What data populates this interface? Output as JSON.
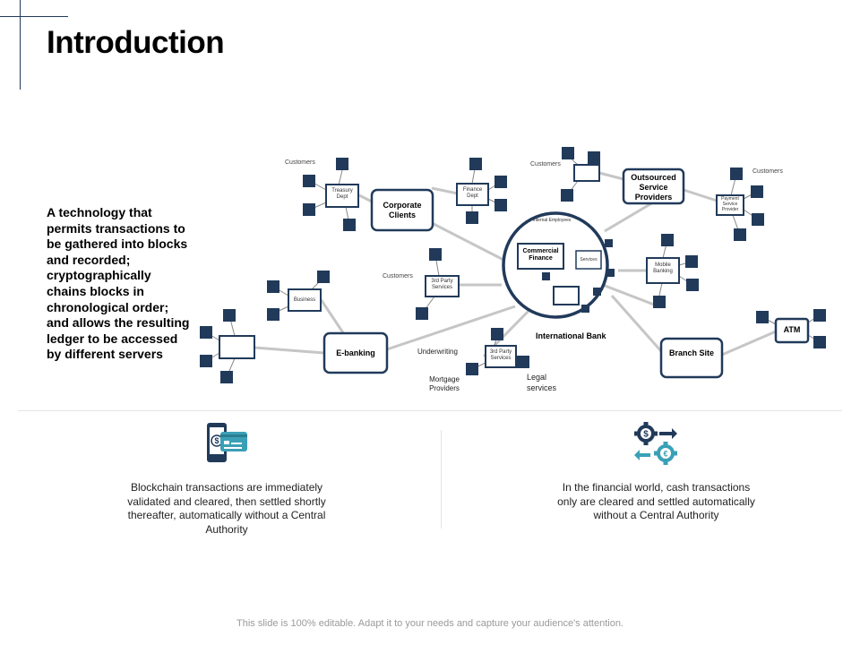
{
  "slide": {
    "title": "Introduction",
    "description": "A technology that permits transactions to be gathered into blocks and recorded; cryptographically chains blocks in chronological order; and allows the resulting ledger to be accessed by different servers",
    "footer": "This slide is 100% editable. Adapt it to your needs and capture your audience's attention."
  },
  "diagram": {
    "center_label": "International Bank",
    "hub_nodes": {
      "internal": "Internal Employees",
      "commercial": "Commercial Finance",
      "services": "Services"
    },
    "nodes": {
      "corporate": "Corporate Clients",
      "outsourced": "Outsourced Service Providers",
      "ebanking": "E-banking",
      "branch": "Branch Site",
      "atm": "ATM",
      "treasury": "Treasury Dept",
      "finance": "Finance Dept",
      "third_party_a": "3rd Party Services",
      "third_party_b": "3rd Party Services",
      "business": "Business",
      "mobile": "Mobile Banking",
      "payment": "Payment Service Provider"
    },
    "labels": {
      "cust_a": "Customers",
      "cust_b": "Customers",
      "cust_c": "Customers",
      "cust_d": "Customers",
      "underwriting": "Underwriting",
      "mortgage": "Mortgage Providers",
      "legal": "Legal services"
    },
    "colors": {
      "node": "#213a5a",
      "line": "#c6c6c6"
    }
  },
  "bottom": {
    "left": {
      "icon": "mobile-dollar-card-icon",
      "text": "Blockchain transactions are immediately validated and cleared, then settled shortly thereafter, automatically without a Central Authority"
    },
    "right": {
      "icon": "gear-currency-exchange-icon",
      "text": "In the financial world, cash transactions only are cleared and settled automatically without a Central Authority"
    }
  }
}
